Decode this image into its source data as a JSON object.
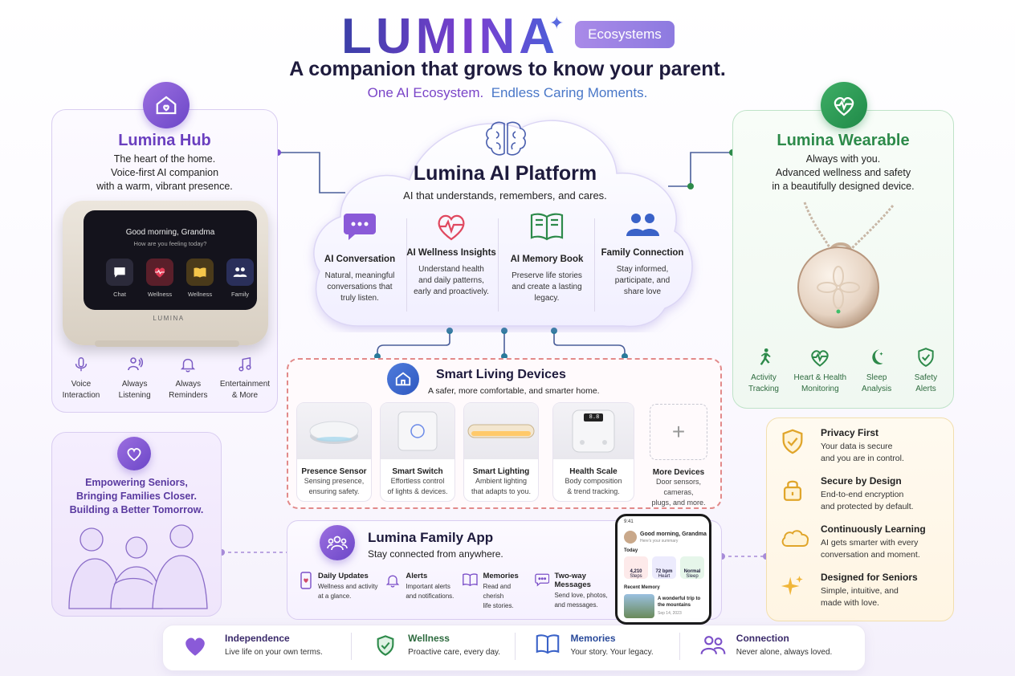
{
  "header": {
    "brand": "LUMINA",
    "pill": "Ecosystems",
    "tagline": "A companion that grows to know your parent.",
    "sub_a": "One AI Ecosystem.",
    "sub_b": "Endless Caring Moments."
  },
  "hub": {
    "title": "Lumina Hub",
    "desc": [
      "The heart of the home.",
      "Voice-first AI companion",
      "with a warm, vibrant presence."
    ],
    "screen_greeting": "Good morning, Grandma",
    "screen_question": "How are you feeling today?",
    "tiles": [
      "Chat",
      "Wellness",
      "Wellness",
      "Family"
    ],
    "device_brand": "LUMINA",
    "features": [
      {
        "l1": "Voice",
        "l2": "Interaction",
        "icon": "microphone-icon"
      },
      {
        "l1": "Always",
        "l2": "Listening",
        "icon": "listening-icon"
      },
      {
        "l1": "Always",
        "l2": "Reminders",
        "icon": "bell-icon"
      },
      {
        "l1": "Entertainment",
        "l2": "& More",
        "icon": "music-note-icon"
      }
    ]
  },
  "platform": {
    "title": "Lumina AI Platform",
    "subtitle": "AI that understands, remembers, and cares.",
    "features": [
      {
        "title": "AI Conversation",
        "desc": [
          "Natural, meaningful",
          "conversations that",
          "truly listen."
        ],
        "icon": "chat-bubble-icon"
      },
      {
        "title": "AI Wellness Insights",
        "desc": [
          "Understand health",
          "and daily patterns,",
          "early and proactively."
        ],
        "icon": "heart-pulse-icon"
      },
      {
        "title": "AI Memory Book",
        "desc": [
          "Preserve life stories",
          "and create a lasting",
          "legacy."
        ],
        "icon": "book-icon"
      },
      {
        "title": "Family Connection",
        "desc": [
          "Stay informed,",
          "participate, and",
          "share love"
        ],
        "icon": "family-icon"
      }
    ]
  },
  "wearable": {
    "title": "Lumina Wearable",
    "desc": [
      "Always with you.",
      "Advanced wellness and safety",
      "in a beautifully designed device."
    ],
    "features": [
      {
        "l1": "Activity",
        "l2": "Tracking",
        "icon": "running-icon"
      },
      {
        "l1": "Heart & Health",
        "l2": "Monitoring",
        "icon": "heart-monitor-icon"
      },
      {
        "l1": "Sleep",
        "l2": "Analysis",
        "icon": "moon-icon"
      },
      {
        "l1": "Safety",
        "l2": "Alerts",
        "icon": "shield-check-icon"
      }
    ]
  },
  "seniors": {
    "lines": [
      "Empowering Seniors,",
      "Bringing Families Closer.",
      "Building a Better Tomorrow."
    ]
  },
  "devices": {
    "title": "Smart Living Devices",
    "subtitle": "A safer, more comfortable, and smarter home.",
    "items": [
      {
        "name": "Presence Sensor",
        "desc": [
          "Sensing presence,",
          "ensuring safety."
        ]
      },
      {
        "name": "Smart Switch",
        "desc": [
          "Effortless control",
          "of lights & devices."
        ]
      },
      {
        "name": "Smart Lighting",
        "desc": [
          "Ambient lighting",
          "that adapts to you."
        ]
      },
      {
        "name": "Health Scale",
        "desc": [
          "Body composition",
          "& trend tracking."
        ]
      },
      {
        "name": "More Devices",
        "desc": [
          "Door sensors, cameras,",
          "plugs, and more."
        ]
      }
    ],
    "scale_display": "8.8"
  },
  "app": {
    "title": "Lumina Family App",
    "subtitle": "Stay connected from anywhere.",
    "features": [
      {
        "title": "Daily Updates",
        "desc": [
          "Wellness and activity",
          "at a glance."
        ],
        "icon": "phone-heart-icon"
      },
      {
        "title": "Alerts",
        "desc": [
          "Important alerts",
          "and notifications."
        ],
        "icon": "bell-icon"
      },
      {
        "title": "Memories",
        "desc": [
          "Read and cherish",
          "life stories."
        ],
        "icon": "book-icon"
      },
      {
        "title": "Two-way Messages",
        "desc": [
          "Send love, photos,",
          "and messages."
        ],
        "icon": "chat-bubble-icon"
      }
    ],
    "phone": {
      "time": "9:41",
      "greeting": "Good morning, Grandma",
      "greeting_sub": "Here's your summary",
      "today": "Today",
      "stats": [
        {
          "value": "4,210",
          "label": "Steps"
        },
        {
          "value": "72 bpm",
          "label": "Heart"
        },
        {
          "value": "Normal",
          "label": "Sleep"
        }
      ],
      "recent": "Recent Memory",
      "memory_title": "A wonderful trip to the mountains",
      "memory_date": "Sep 14, 2023"
    }
  },
  "privacy": {
    "items": [
      {
        "title": "Privacy First",
        "desc": [
          "Your data is secure",
          "and you are in control."
        ],
        "icon": "shield-check-icon"
      },
      {
        "title": "Secure by Design",
        "desc": [
          "End-to-end encryption",
          "and protected by default."
        ],
        "icon": "lock-icon"
      },
      {
        "title": "Continuously Learning",
        "desc": [
          "AI gets smarter with every",
          "conversation and moment."
        ],
        "icon": "cloud-icon"
      },
      {
        "title": "Designed for Seniors",
        "desc": [
          "Simple, intuitive, and",
          "made with love."
        ],
        "icon": "sparkle-icon"
      }
    ]
  },
  "footer": {
    "items": [
      {
        "title": "Independence",
        "desc": "Live life on your own terms.",
        "icon": "heart-icon"
      },
      {
        "title": "Wellness",
        "desc": "Proactive care, every day.",
        "icon": "shield-check-icon"
      },
      {
        "title": "Memories",
        "desc": "Your story. Your legacy.",
        "icon": "book-icon"
      },
      {
        "title": "Connection",
        "desc": "Never alone, always loved.",
        "icon": "people-icon"
      }
    ]
  },
  "colors": {
    "purple": "#6a3fbf",
    "green": "#2d8a4a",
    "blue": "#2f58c0",
    "gold": "#e0a52a",
    "dashed_border": "#e28a8a"
  }
}
